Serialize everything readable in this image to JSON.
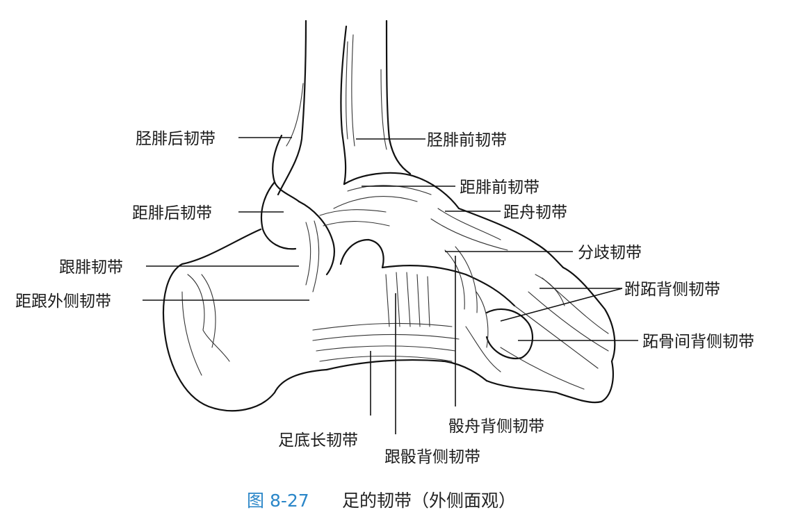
{
  "labels": {
    "tibiofibular_posterior": "胫腓后韧带",
    "tibiofibular_anterior": "胫腓前韧带",
    "talofibular_anterior": "距腓前韧带",
    "talonavicular": "距舟韧带",
    "talofibular_posterior": "距腓后韧带",
    "bifurcate": "分歧韧带",
    "calcaneofibular": "跟腓韧带",
    "tarsometatarsal_dorsal": "跗跖背侧韧带",
    "talocalcaneal_lateral": "距跟外侧韧带",
    "metatarsal_interosseous_dorsal": "跖骨间背侧韧带",
    "plantar_long": "足底长韧带",
    "cuboideonavicular_dorsal": "骰舟背侧韧带",
    "calcaneocuboid_dorsal": "跟骰背侧韧带"
  },
  "caption": {
    "number": "图 8-27",
    "text": "足的韧带（外侧面观）"
  }
}
